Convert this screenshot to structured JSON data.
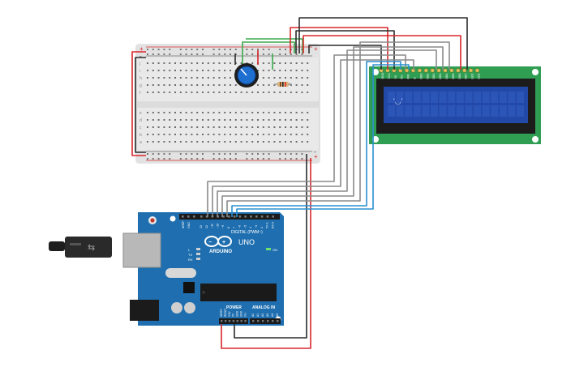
{
  "arduino": {
    "brand": "ARDUINO",
    "model": "UNO",
    "digital_label": "DIGITAL (PWM~)",
    "power_label": "POWER",
    "analog_label": "ANALOG IN",
    "aref_label": "AREF",
    "gnd_label": "GND",
    "tx_label": "TX",
    "rx_label": "RX",
    "l_label": "L",
    "on_label": "ON",
    "digital_pins": [
      "13",
      "12",
      "~11",
      "~10",
      "~9",
      "8",
      "7",
      "~6",
      "~5",
      "4",
      "~3",
      "2",
      "TX 1",
      "RX 0"
    ],
    "power_pins": [
      "IOREF",
      "RESET",
      "3.3V",
      "5V",
      "GND",
      "GND",
      "Vin"
    ],
    "analog_pins": [
      "A0",
      "A1",
      "A2",
      "A3",
      "A4",
      "A5"
    ]
  },
  "breadboard": {
    "row_letters_top": [
      "j",
      "i",
      "h",
      "g",
      "f"
    ],
    "row_letters_bottom": [
      "e",
      "d",
      "c",
      "b",
      "a"
    ],
    "plus": "+",
    "minus": "-"
  },
  "lcd": {
    "display_text": "'◡'",
    "pin_labels": [
      "GND",
      "VCC",
      "V0",
      "RS",
      "RW",
      "E",
      "DB0",
      "DB1",
      "DB2",
      "DB3",
      "DB4",
      "DB5",
      "DB6",
      "DB7",
      "LED",
      "LED"
    ]
  },
  "colors": {
    "board": "#1f6fb0",
    "board_dark": "#15507f",
    "wire_red": "#d9262c",
    "wire_black": "#2b2b2b",
    "wire_gray": "#8a8a8a",
    "wire_blue": "#2a8fd0",
    "wire_green": "#3aa84a",
    "lcd_pcb": "#2f9e52",
    "lcd_screen": "#2349a8"
  }
}
